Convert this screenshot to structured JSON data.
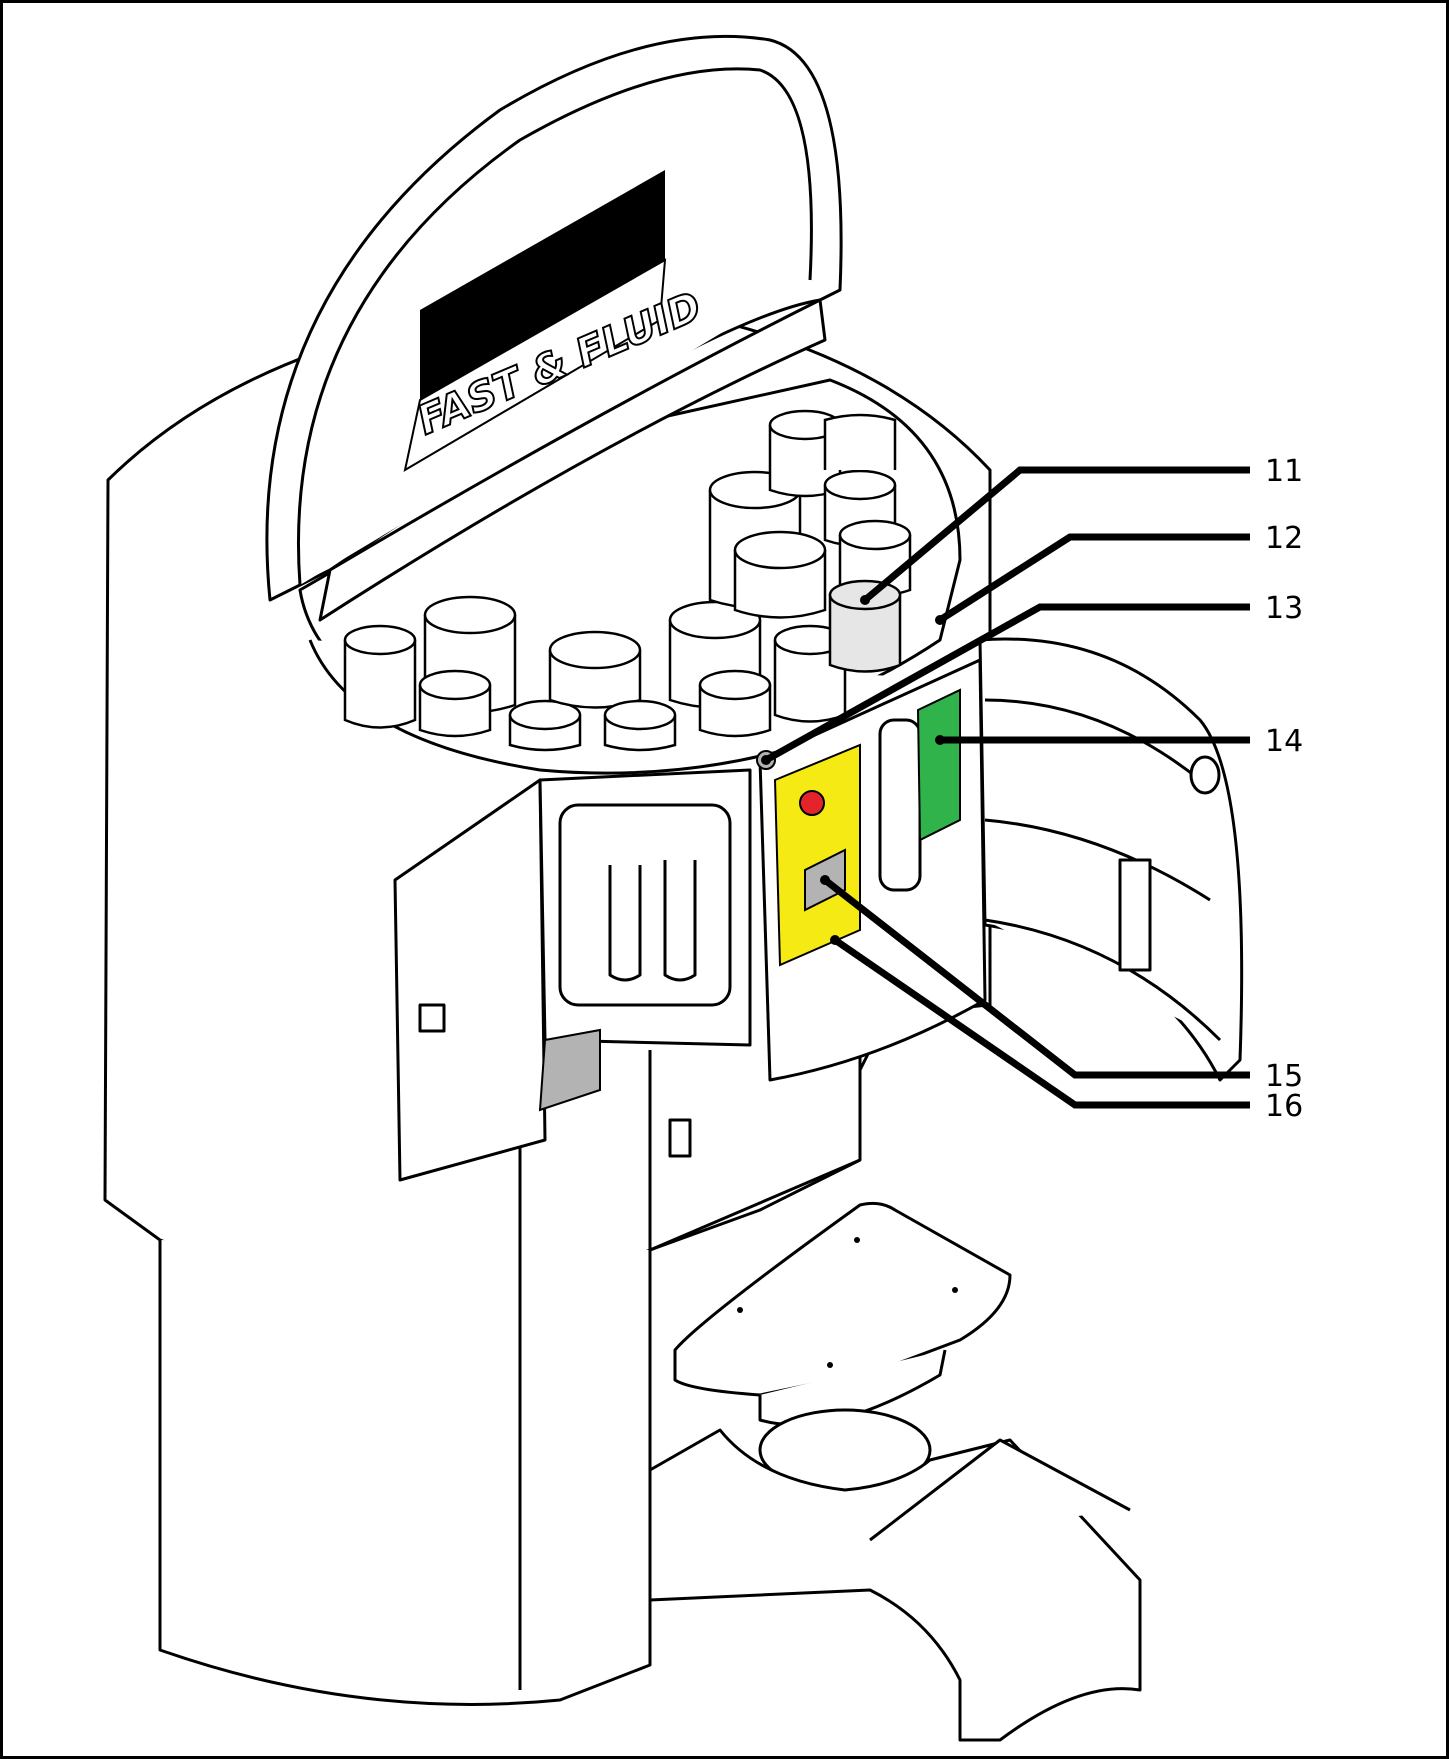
{
  "logo": {
    "text": "FAST & FLUID"
  },
  "callouts": [
    {
      "number": "11",
      "part": "canister"
    },
    {
      "number": "12",
      "part": "canister-turntable"
    },
    {
      "number": "13",
      "part": "indicator-light"
    },
    {
      "number": "14",
      "part": "control-board-green"
    },
    {
      "number": "15",
      "part": "display-panel-grey"
    },
    {
      "number": "16",
      "part": "control-board-yellow"
    }
  ],
  "colors": {
    "highlight_green": "#2fb34a",
    "highlight_yellow": "#f5ea14",
    "highlight_grey": "#b3b3b3",
    "highlight_red": "#e3242b",
    "highlight_light": "#e6e6e6"
  }
}
